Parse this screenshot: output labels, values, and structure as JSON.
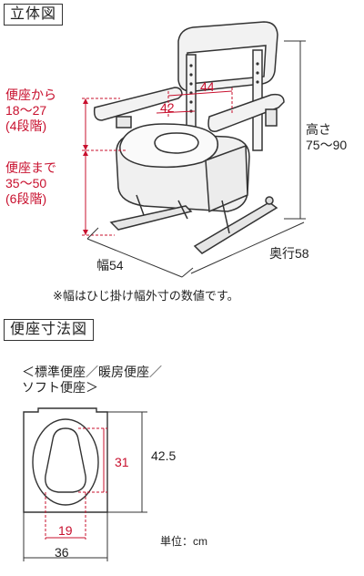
{
  "section1": {
    "title": "立体図",
    "labels": {
      "seat_height_armrest": [
        "便座から",
        "18〜27",
        "(4段階)"
      ],
      "seat_height_floor": [
        "便座まで",
        "35〜50",
        "(6段階)"
      ],
      "height": [
        "高さ",
        "75〜90"
      ],
      "width": "幅54",
      "depth": "奥行58",
      "inner_width_top": "44",
      "inner_width_bottom": "42"
    },
    "note": "※幅はひじ掛け幅外寸の数値です。"
  },
  "section2": {
    "title": "便座寸法図",
    "subtitle": [
      "＜標準便座／暖房便座／",
      "ソフト便座＞"
    ],
    "dims": {
      "seat_length": "42.5",
      "opening_length": "31",
      "opening_width": "19",
      "seat_width": "36"
    },
    "unit": "単位：cm"
  },
  "colors": {
    "accent": "#c8102e",
    "line": "#333333"
  }
}
